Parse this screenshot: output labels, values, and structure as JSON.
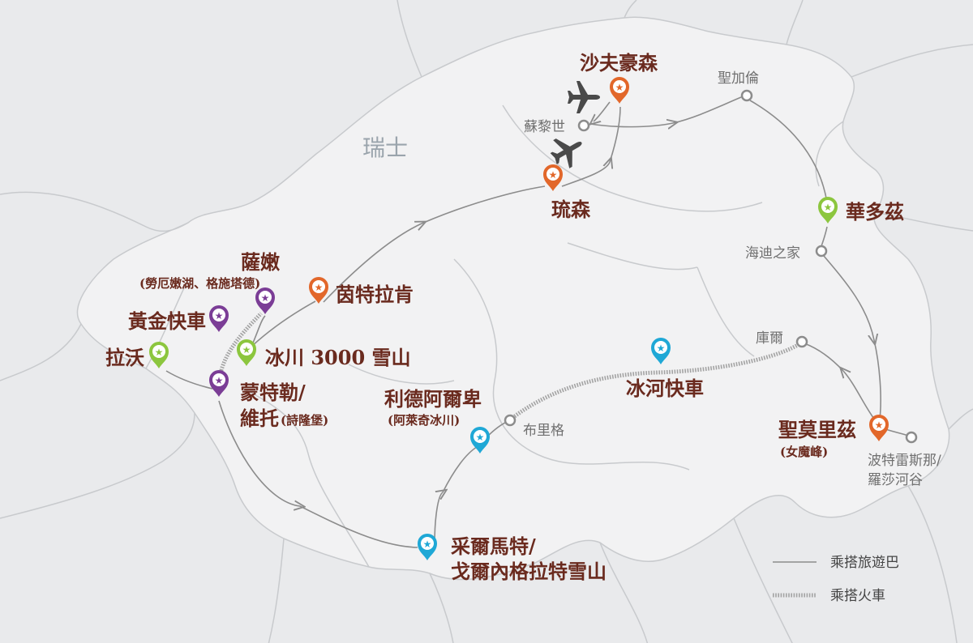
{
  "country_label": "瑞士",
  "colors": {
    "route": "#8c8c8c",
    "label": "#6a2a1e",
    "orange": "#e2672a",
    "green": "#8cc63e",
    "purple": "#7b3d96",
    "blue": "#1fa8d6",
    "grey_town": "#707070"
  },
  "markers": [
    {
      "id": "zurich-airport",
      "name": "沙夫豪森",
      "color": "orange"
    },
    {
      "id": "lucerne",
      "name": "琉森",
      "color": "orange"
    },
    {
      "id": "interlaken",
      "name": "茵特拉肯",
      "color": "orange"
    },
    {
      "id": "saanen",
      "name": "薩嫩",
      "sub": "(勞厄嫩湖、格施塔德)",
      "color": "purple"
    },
    {
      "id": "golden-pass",
      "name": "黃金快車",
      "color": "purple"
    },
    {
      "id": "glacier3000",
      "name": "冰川 3000 雪山",
      "color": "green"
    },
    {
      "id": "lavaux",
      "name": "拉沃",
      "color": "green"
    },
    {
      "id": "montreux",
      "name": "蒙特勒/",
      "name2": "維托",
      "sub": "(詩隆堡)",
      "color": "purple"
    },
    {
      "id": "riederalp",
      "name": "利德阿爾卑",
      "sub": "(阿萊奇冰川)",
      "color": "blue"
    },
    {
      "id": "glacier-express",
      "name": "冰河快車",
      "color": "blue"
    },
    {
      "id": "zermatt",
      "name": "采爾馬特/",
      "name2": "戈爾內格拉特雪山",
      "color": "blue"
    },
    {
      "id": "stmoritz",
      "name": "聖莫里茲",
      "sub": "(女魔峰)",
      "color": "orange"
    },
    {
      "id": "vaduz",
      "name": "華多茲",
      "color": "green"
    }
  ],
  "towns": [
    {
      "id": "zurich",
      "name": "蘇黎世"
    },
    {
      "id": "stgallen",
      "name": "聖加倫"
    },
    {
      "id": "heidiland",
      "name": "海迪之家"
    },
    {
      "id": "chur",
      "name": "庫爾"
    },
    {
      "id": "brig",
      "name": "布里格"
    },
    {
      "id": "poschiavo",
      "name": "波特雷斯那/",
      "name2": "羅莎河谷"
    }
  ],
  "legend": {
    "bus": "乘搭旅遊巴",
    "train": "乘搭火車"
  }
}
